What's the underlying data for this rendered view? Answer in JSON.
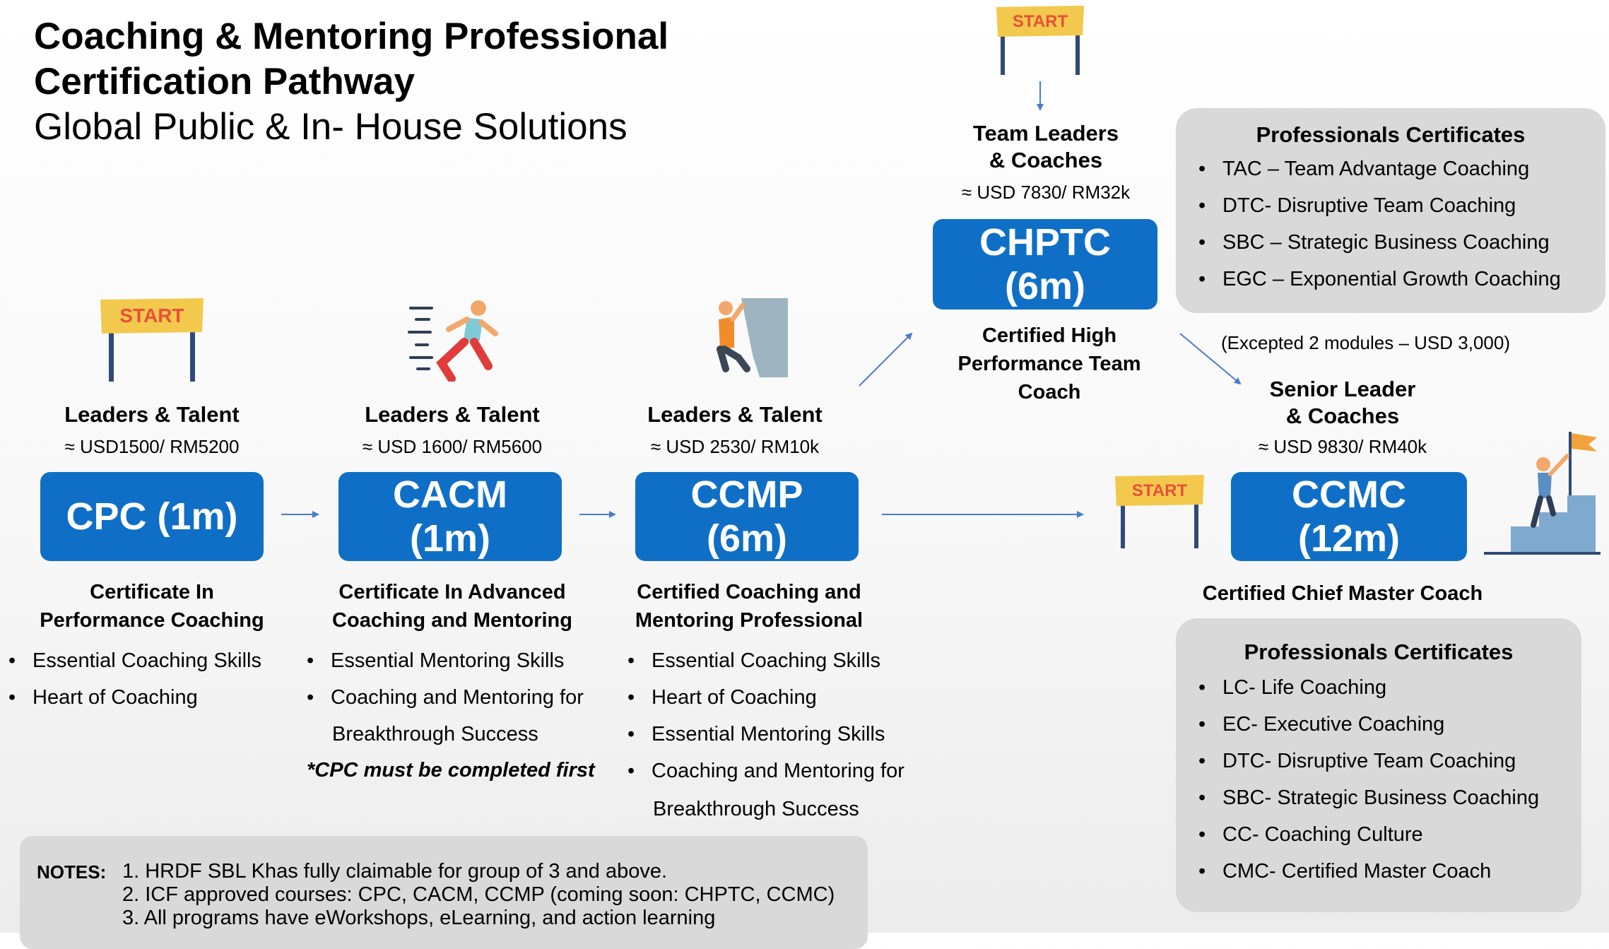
{
  "header": {
    "title_line1": "Coaching & Mentoring Professional",
    "title_line2": "Certification Pathway",
    "subtitle": "Global Public & In- House Solutions"
  },
  "start_sign_text": "START",
  "programs": {
    "cpc": {
      "audience": "Leaders & Talent",
      "price": "≈ USD1500/ RM5200",
      "code": "CPC (1m)",
      "name_line1": "Certificate In",
      "name_line2": "Performance Coaching",
      "items": [
        "Essential Coaching Skills",
        "Heart of Coaching"
      ]
    },
    "cacm": {
      "audience": "Leaders & Talent",
      "price": "≈ USD 1600/ RM5600",
      "code_line1": "CACM",
      "code_line2": "(1m)",
      "name_line1": "Certificate In Advanced",
      "name_line2": "Coaching and Mentoring",
      "items": [
        "Essential Mentoring Skills",
        "Coaching and Mentoring for"
      ],
      "item_continuation": "Breakthrough Success",
      "note": "*CPC must be completed first"
    },
    "ccmp": {
      "audience": "Leaders & Talent",
      "price": "≈ USD 2530/ RM10k",
      "code_line1": "CCMP",
      "code_line2": "(6m)",
      "name_line1": "Certified Coaching and",
      "name_line2": "Mentoring Professional",
      "items": [
        "Essential Coaching Skills",
        "Heart of Coaching",
        "Essential Mentoring Skills",
        "Coaching and Mentoring for"
      ],
      "item_continuation": "Breakthrough Success"
    },
    "chptc": {
      "audience_line1": "Team Leaders",
      "audience_line2": "& Coaches",
      "price": "≈ USD 7830/ RM32k",
      "code_line1": "CHPTC",
      "code_line2": "(6m)",
      "name_line1": "Certified High",
      "name_line2": "Performance Team",
      "name_line3": "Coach"
    },
    "ccmc": {
      "audience_line1": "Senior Leader",
      "audience_line2": "& Coaches",
      "price": "≈ USD 9830/ RM40k",
      "code_line1": "CCMC",
      "code_line2": "(12m)",
      "name": "Certified Chief Master Coach"
    }
  },
  "exception_note": "(Excepted 2 modules – USD 3,000)",
  "panel_top": {
    "title": "Professionals Certificates",
    "items": [
      "TAC – Team Advantage Coaching",
      "DTC-  Disruptive Team Coaching",
      "SBC – Strategic Business Coaching",
      "EGC – Exponential Growth Coaching"
    ]
  },
  "panel_bottom": {
    "title": "Professionals Certificates",
    "items": [
      "LC- Life Coaching",
      "EC- Executive Coaching",
      "DTC- Disruptive Team Coaching",
      "SBC- Strategic Business Coaching",
      "CC- Coaching Culture",
      "CMC- Certified Master Coach"
    ]
  },
  "notes": {
    "label": "NOTES:",
    "items": [
      "1.   HRDF SBL Khas fully claimable for group of 3 and above.",
      "2.   ICF approved courses: CPC, CACM, CCMP (coming soon: CHPTC, CCMC)",
      "3.   All programs have eWorkshops, eLearning, and action learning"
    ]
  },
  "colors": {
    "box_blue": "#0f6fc6",
    "arrow_blue": "#4a7cc9",
    "panel_gray": "#d9d9d9",
    "sign_yellow": "#f2c94c",
    "sign_red": "#e8503a"
  },
  "icons": [
    "start-banner-icon",
    "running-person-icon",
    "climbing-person-icon",
    "summit-flag-icon"
  ]
}
